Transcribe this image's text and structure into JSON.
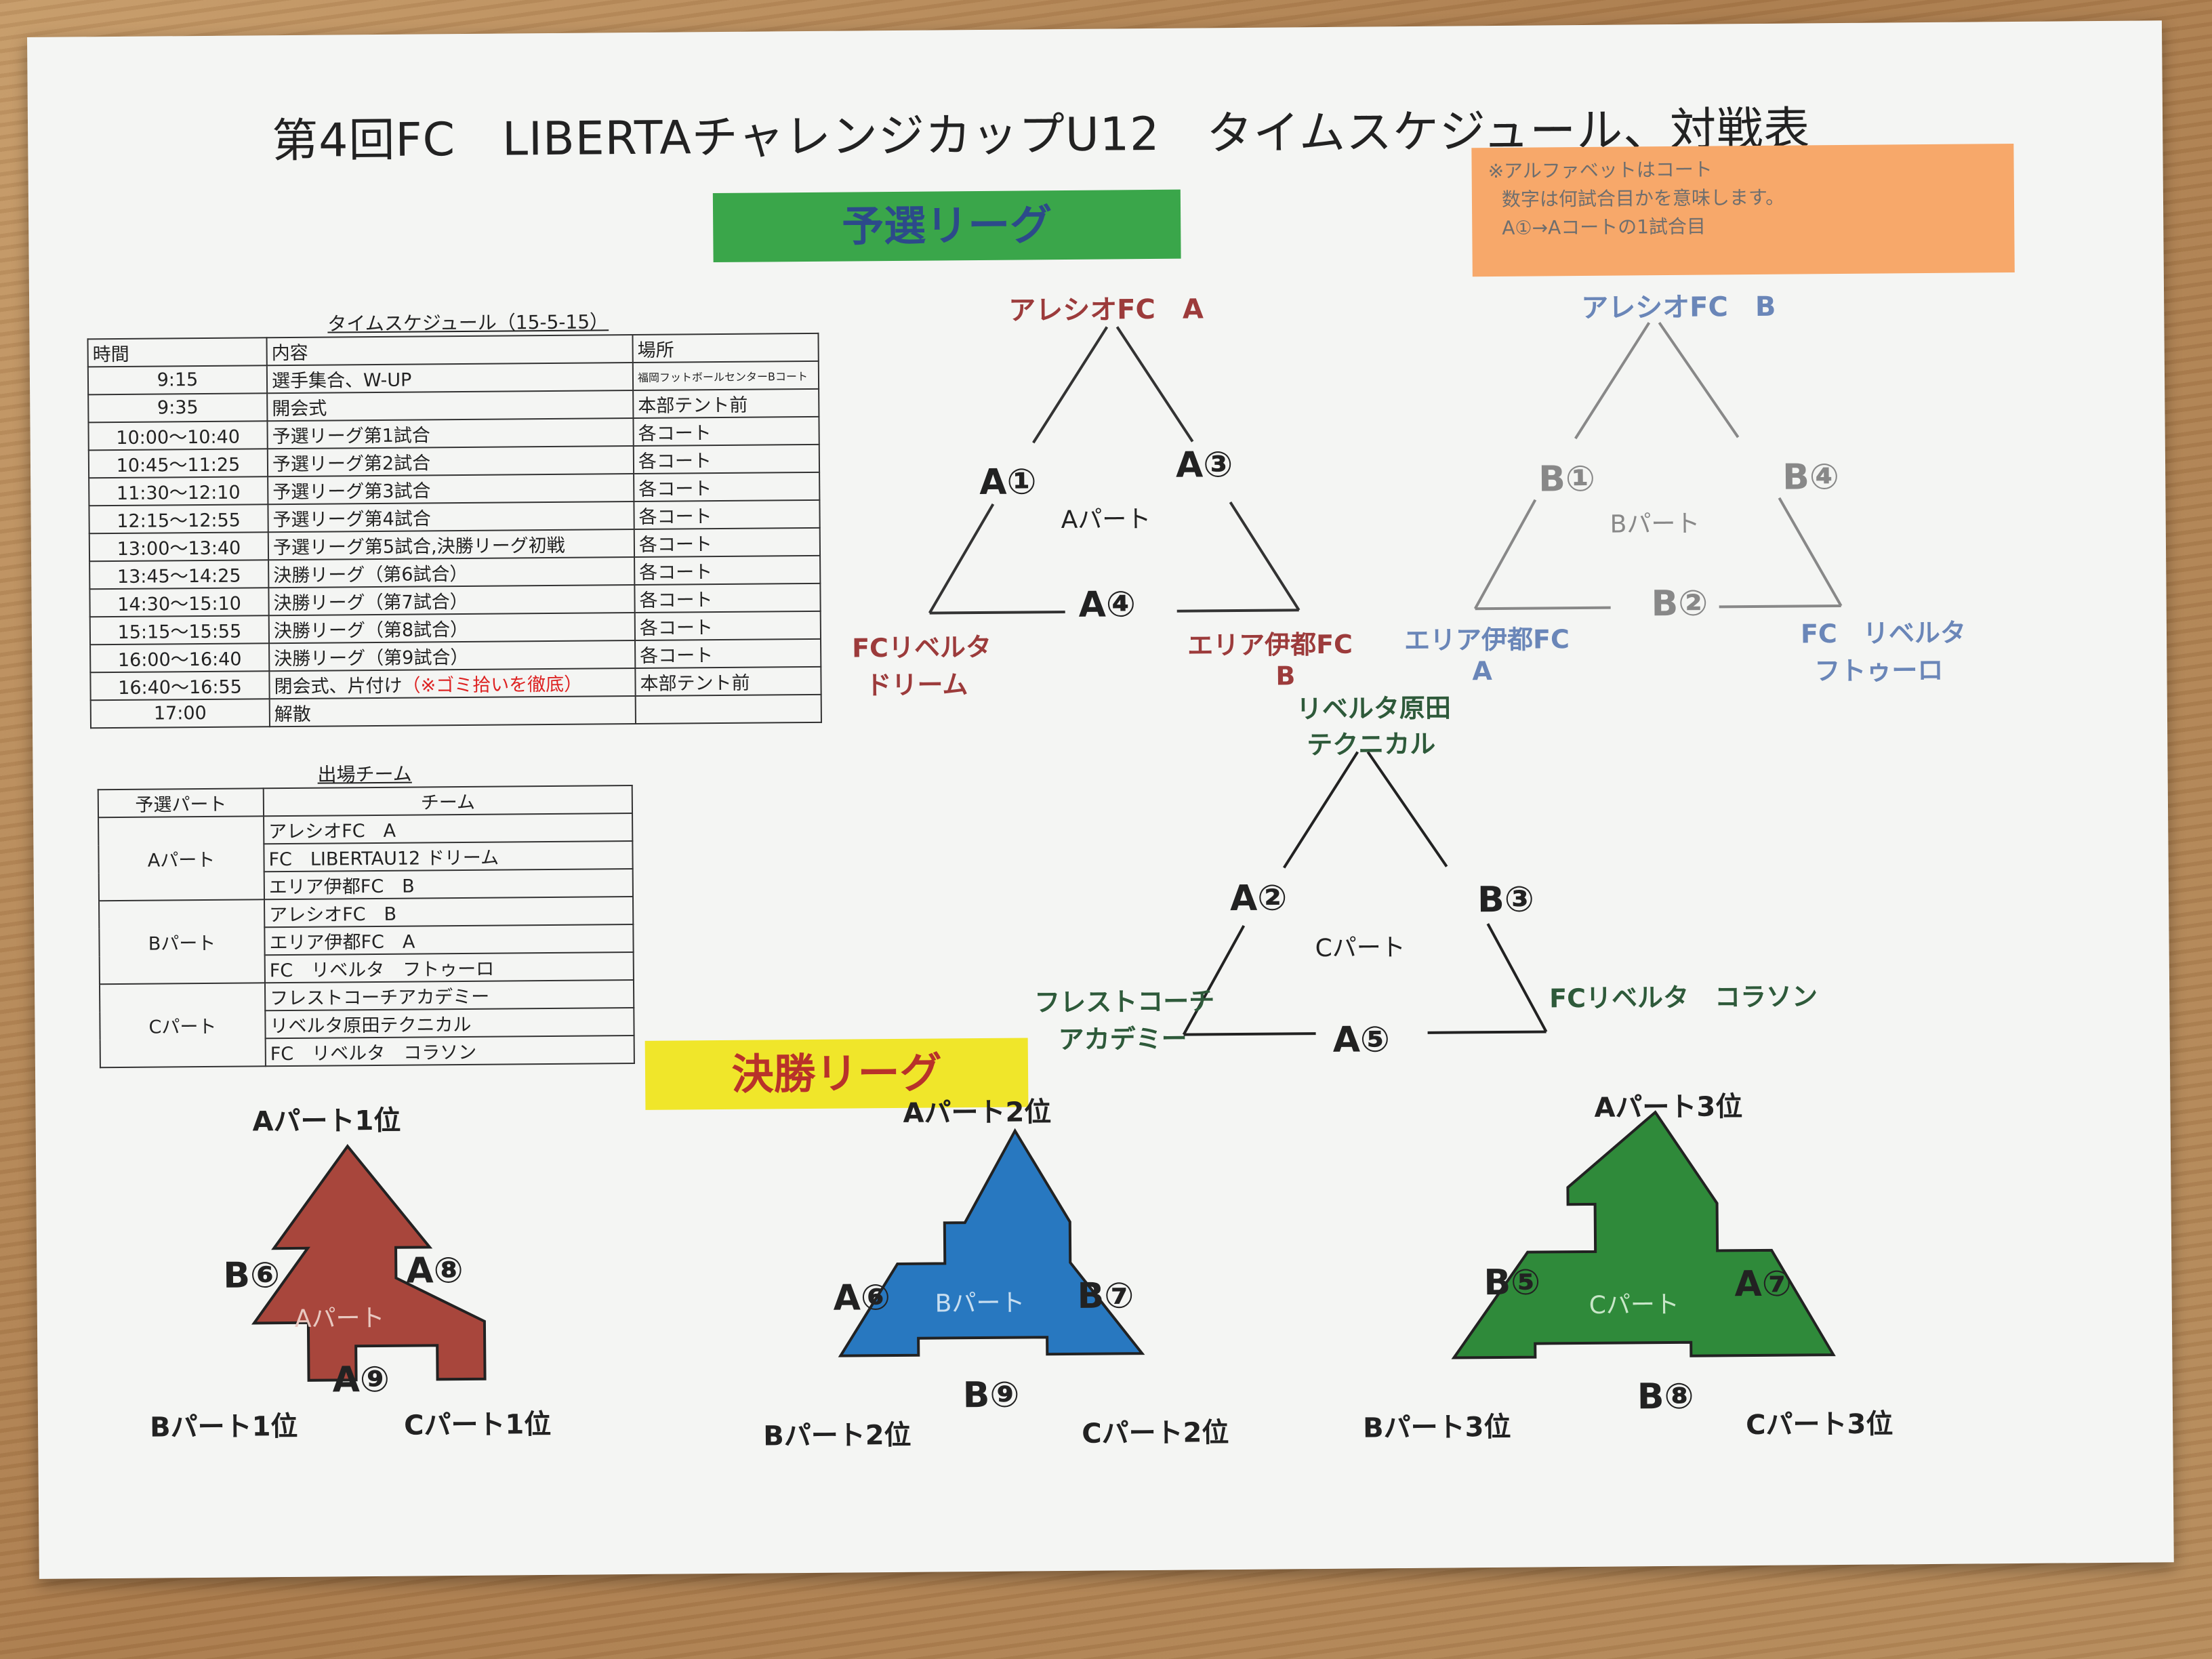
{
  "title": "第4回FC　LIBERTAチャレンジカップU12　タイムスケジュール、対戦表",
  "prelim_banner": "予選リーグ",
  "final_banner": "決勝リーグ",
  "note": {
    "line1": "※アルファベットはコート",
    "line2": "数字は何試合目かを意味します。",
    "line3": "A①→Aコートの1試合目"
  },
  "schedule": {
    "caption": "タイムスケジュール（15-5-15）",
    "headers": [
      "時間",
      "内容",
      "場所"
    ],
    "rows": [
      {
        "time": "9:15",
        "content": "選手集合、W-UP",
        "place": "福岡フットボールセンターBコート"
      },
      {
        "time": "9:35",
        "content": "開会式",
        "place": "本部テント前"
      },
      {
        "time": "10:00～10:40",
        "content": "予選リーグ第1試合",
        "place": "各コート"
      },
      {
        "time": "10:45～11:25",
        "content": "予選リーグ第2試合",
        "place": "各コート"
      },
      {
        "time": "11:30～12:10",
        "content": "予選リーグ第3試合",
        "place": "各コート"
      },
      {
        "time": "12:15～12:55",
        "content": "予選リーグ第4試合",
        "place": "各コート"
      },
      {
        "time": "13:00～13:40",
        "content": "予選リーグ第5試合,決勝リーグ初戦",
        "place": "各コート"
      },
      {
        "time": "13:45～14:25",
        "content": "決勝リーグ（第6試合）",
        "place": "各コート"
      },
      {
        "time": "14:30～15:10",
        "content": "決勝リーグ（第7試合）",
        "place": "各コート"
      },
      {
        "time": "15:15～15:55",
        "content": "決勝リーグ（第8試合）",
        "place": "各コート"
      },
      {
        "time": "16:00～16:40",
        "content": "決勝リーグ（第9試合）",
        "place": "各コート"
      },
      {
        "time": "16:40～16:55",
        "content": "閉会式、片付け",
        "content_note": "（※ゴミ拾いを徹底）",
        "place": "本部テント前"
      },
      {
        "time": "17:00",
        "content": "解散",
        "place": ""
      }
    ]
  },
  "teams": {
    "caption": "出場チーム",
    "headers": [
      "予選パート",
      "チーム"
    ],
    "groups": [
      {
        "part": "Aパート",
        "teams": [
          "アレシオFC　A",
          "FC　LIBERTAU12 ドリーム",
          "エリア伊都FC　B"
        ]
      },
      {
        "part": "Bパート",
        "teams": [
          "アレシオFC　B",
          "エリア伊都FC　A",
          "FC　リベルタ　フトゥーロ"
        ]
      },
      {
        "part": "Cパート",
        "teams": [
          "フレストコーチアカデミー",
          "リベルタ原田テクニカル",
          "FC　リベルタ　コラソン"
        ]
      }
    ]
  },
  "prelim": {
    "a": {
      "center": "Aパート",
      "top": "アレシオFC　A",
      "left_match": "A①",
      "right_match": "A③",
      "bottom_match": "A④",
      "bl1": "FCリベルタ",
      "bl2": "ドリーム",
      "br1": "エリア伊都FC",
      "br2": "B"
    },
    "b": {
      "center": "Bパート",
      "top": "アレシオFC　B",
      "left_match": "B①",
      "right_match": "B④",
      "bottom_match": "B②",
      "bl1": "エリア伊都FC",
      "bl2": "A",
      "br1": "FC　リベルタ",
      "br2": "フトゥーロ"
    },
    "c": {
      "center": "Cパート",
      "top1": "リベルタ原田",
      "top2": "テクニカル",
      "left_match": "A②",
      "right_match": "B③",
      "bottom_match": "A⑤",
      "bl1": "フレストコーチ",
      "bl2": "アカデミー",
      "br": "FCリベルタ　コラソン"
    }
  },
  "finals": {
    "a": {
      "center": "Aパート",
      "top": "Aパート1位",
      "left_match": "B⑥",
      "right_match": "A⑧",
      "bottom_match": "A⑨",
      "bl": "Bパート1位",
      "br": "Cパート1位"
    },
    "b": {
      "center": "Bパート",
      "top": "Aパート2位",
      "left_match": "A⑥",
      "right_match": "B⑦",
      "bottom_match": "B⑨",
      "bl": "Bパート2位",
      "br": "Cパート2位"
    },
    "c": {
      "center": "Cパート",
      "top": "Aパート3位",
      "left_match": "B⑤",
      "right_match": "A⑦",
      "bottom_match": "B⑧",
      "bl": "Bパート3位",
      "br": "Cパート3位"
    }
  },
  "colors": {
    "prelim_banner_bg": "#3aa64a",
    "prelim_banner_text": "#2c4a8a",
    "final_banner_bg": "#f0e62a",
    "final_banner_text": "#b8322a",
    "group_a": "#9c3b3b",
    "group_b": "#6a86b8",
    "group_c": "#2e5a3a",
    "final_a_fill": "#a8463c",
    "final_b_fill": "#2878c0",
    "final_c_fill": "#2f8a3a"
  }
}
